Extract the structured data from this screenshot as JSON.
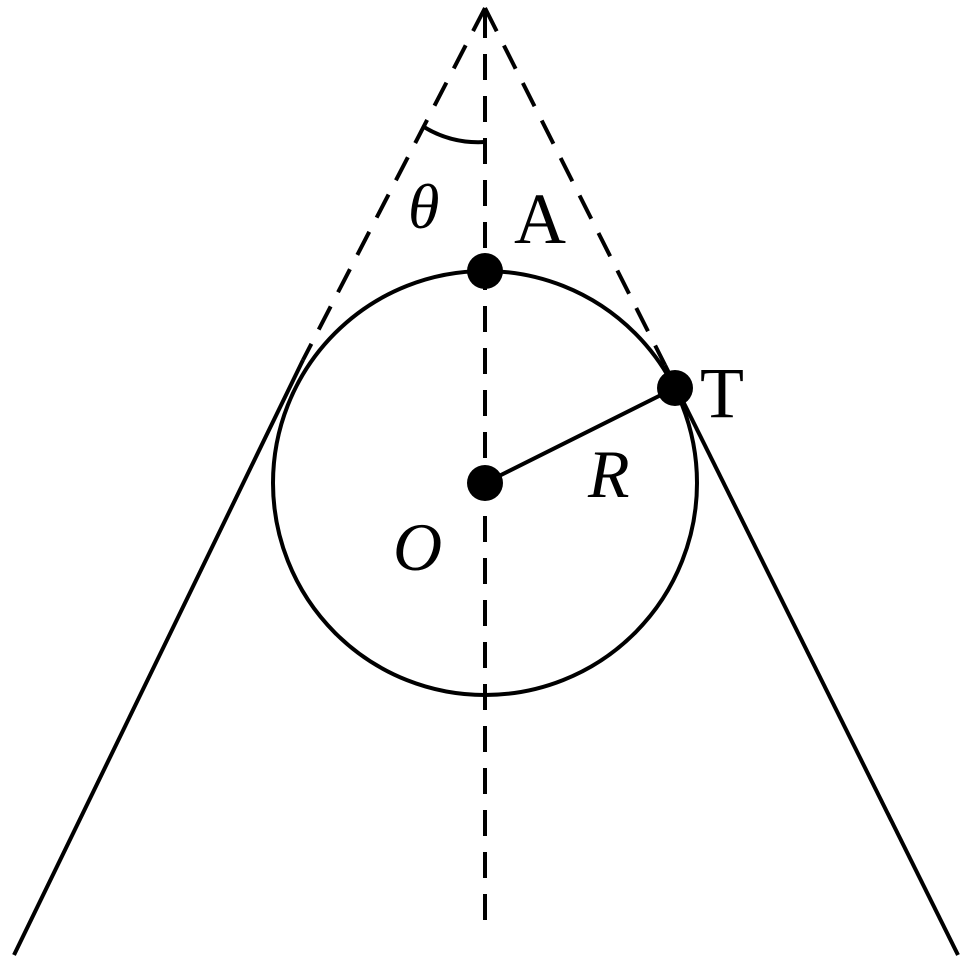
{
  "diagram": {
    "labels": {
      "theta": "θ",
      "point_a": "A",
      "point_t": "T",
      "radius": "R",
      "center": "O"
    },
    "colors": {
      "stroke": "#000000",
      "background": "#ffffff"
    }
  }
}
